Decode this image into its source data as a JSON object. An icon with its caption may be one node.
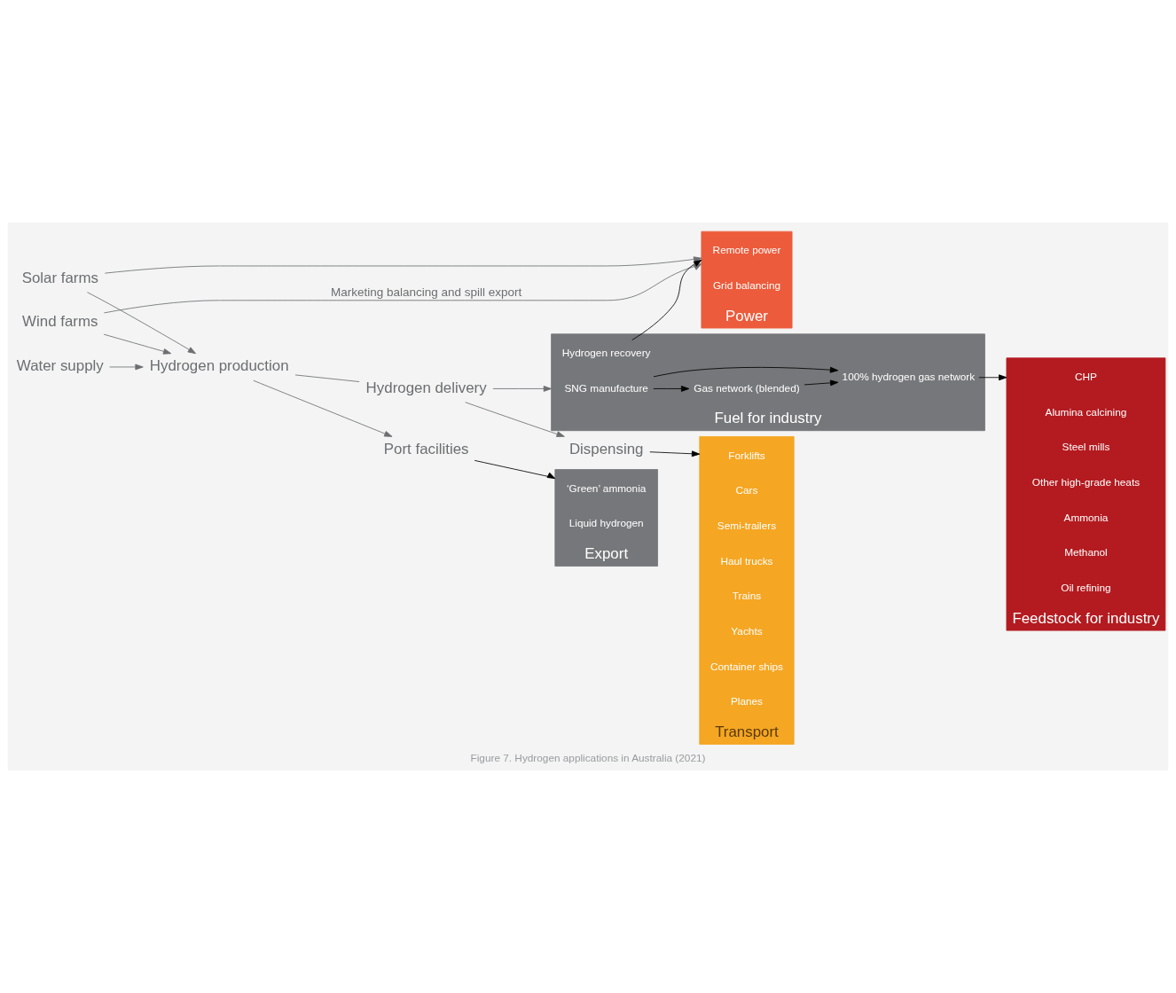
{
  "diagram": {
    "caption": "Figure 7. Hydrogen applications in Australia (2021)",
    "nodes": [
      {
        "text": [
          "Wind farms"
        ]
      },
      {
        "text": [
          "Solar farms"
        ]
      },
      {
        "text": [
          "Water supply"
        ]
      },
      {
        "text": [
          "Hydrogen production"
        ]
      },
      {
        "text": [
          "Hydrogen delivery"
        ]
      },
      {
        "text": [
          "Port facilities"
        ]
      },
      {
        "text": [
          "Dispensing"
        ]
      },
      {
        "text": [
          "Export"
        ]
      },
      {
        "text": [
          "‘Green’ ammonia"
        ],
        "in": 7
      },
      {
        "text": [
          "Liquid hydrogen"
        ],
        "in": 7
      },
      {
        "text": [
          "Transport"
        ]
      },
      {
        "text": [
          "Forklifts"
        ],
        "in": 10
      },
      {
        "text": [
          "Cars"
        ],
        "in": 10
      },
      {
        "text": [
          "Semi-trailers"
        ],
        "in": 10
      },
      {
        "text": [
          "Haul trucks"
        ],
        "in": 10
      },
      {
        "text": [
          "Trains"
        ],
        "in": 10
      },
      {
        "text": [
          "Yachts"
        ],
        "in": 10
      },
      {
        "text": [
          "Container ships"
        ],
        "in": 10
      },
      {
        "text": [
          "Planes"
        ],
        "in": 10
      },
      {
        "text": [
          "Fuel for industry"
        ]
      },
      {
        "text": [
          "SNG manufacture"
        ],
        "in": 19
      },
      {
        "text": [
          "Gas network (blended)"
        ],
        "in": 19
      },
      {
        "text": [
          "100% hydrogen gas network"
        ],
        "in": 19
      },
      {
        "text": [
          "Hydrogen recovery"
        ],
        "in": 19
      },
      {
        "text": [
          "Feedstock for industry"
        ]
      },
      {
        "text": [
          "CHP"
        ],
        "in": 24
      },
      {
        "text": [
          "Alumina calcining"
        ],
        "in": 24
      },
      {
        "text": [
          "Steel mills"
        ],
        "in": 24
      },
      {
        "text": [
          "Other high-grade heats"
        ],
        "in": 24
      },
      {
        "text": [
          "Ammonia"
        ],
        "in": 24
      },
      {
        "text": [
          "Methanol"
        ],
        "in": 24
      },
      {
        "text": [
          "Oil refining"
        ],
        "in": 24
      },
      {
        "text": [
          "Power"
        ]
      },
      {
        "text": [
          "Remote power"
        ],
        "in": 32
      },
      {
        "text": [
          "Grid balancing"
        ],
        "in": 32
      }
    ],
    "edges": [
      {
        "from": 0,
        "to": 3,
        "arrow": "to"
      },
      {
        "from": 1,
        "to": 3,
        "arrow": "to"
      },
      {
        "from": 0,
        "to": 32,
        "arrow": "to",
        "label": "Marketing balancing and spill export"
      },
      {
        "from": 1,
        "to": 32,
        "arrow": "to"
      },
      {
        "from": 2,
        "to": 3,
        "arrow": "to"
      },
      {
        "from": 3,
        "to": 4,
        "arrow": "none"
      },
      {
        "from": 3,
        "to": 5,
        "arrow": "to"
      },
      {
        "from": 4,
        "to": 6,
        "arrow": "to"
      },
      {
        "from": 4,
        "to": 19,
        "arrow": "to"
      },
      {
        "from": 5,
        "to": 7,
        "arrow": "to",
        "color": "#000000"
      },
      {
        "from": 6,
        "to": 10,
        "arrow": "to",
        "color": "#000000"
      },
      {
        "from": 20,
        "to": 21,
        "arrow": "to",
        "color": "#000000"
      },
      {
        "from": 20,
        "to": 22,
        "arrow": "to",
        "color": "#000000"
      },
      {
        "from": 21,
        "to": 22,
        "arrow": "to",
        "color": "#000000"
      },
      {
        "from": 22,
        "to": 24,
        "arrow": "to",
        "color": "#000000"
      },
      {
        "from": 23,
        "to": 32,
        "arrow": "to",
        "color": "#000000"
      }
    ]
  }
}
